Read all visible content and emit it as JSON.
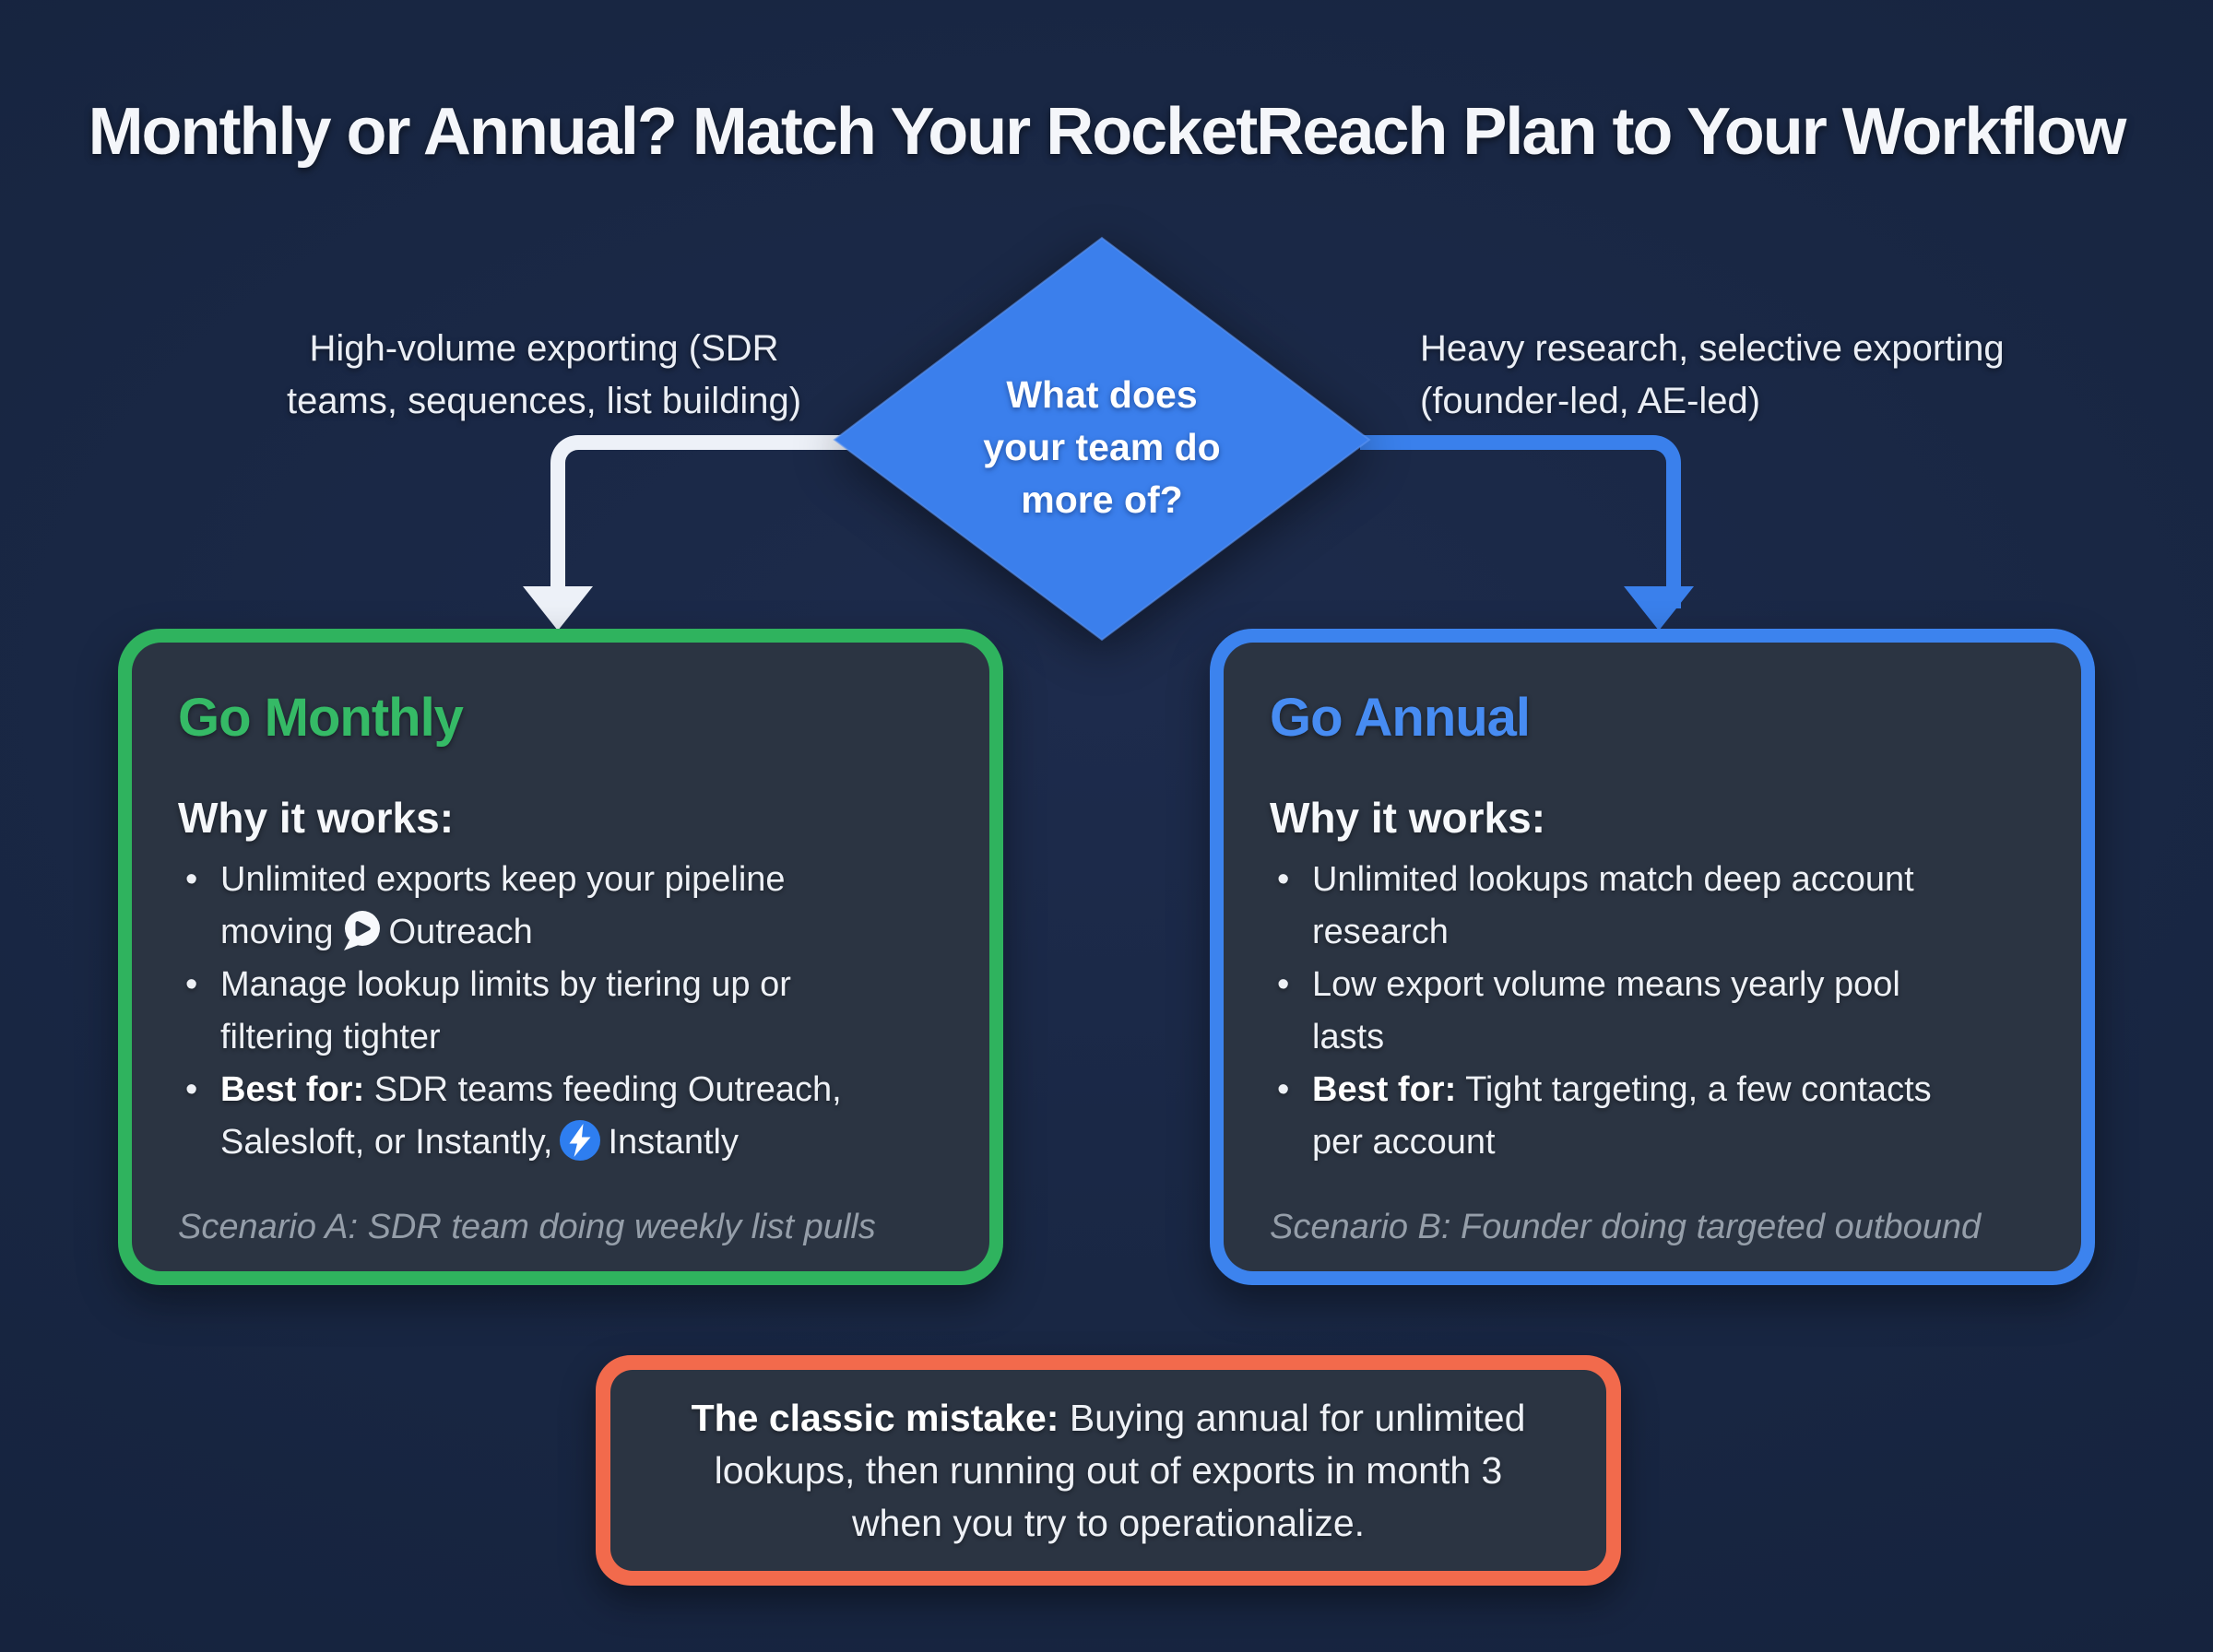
{
  "title": "Monthly or Annual? Match Your RocketReach Plan to Your Workflow",
  "decision": {
    "lines": [
      "What does",
      "your team do",
      "more of?"
    ],
    "fill_color": "#3b7fec"
  },
  "branch_left": {
    "lines": [
      "High-volume exporting (SDR",
      "teams, sequences, list building)"
    ],
    "connector_color": "#edf1f8"
  },
  "branch_right": {
    "lines": [
      "Heavy research, selective exporting",
      "(founder-led, AE-led)"
    ],
    "connector_color": "#3a80ec"
  },
  "card_monthly": {
    "title": "Go Monthly",
    "heading": "Why it works:",
    "accent_color": "#2fb35e",
    "bullets": [
      {
        "l1": {
          "text": "Unlimited exports keep your pipeline"
        },
        "l2": {
          "text": "moving",
          "icon": "outreach-icon",
          "text2": "Outreach"
        }
      },
      {
        "l1": {
          "text": "Manage lookup limits by tiering up or"
        },
        "l2": {
          "text": "filtering tighter"
        }
      },
      {
        "l1": {
          "bold": "Best for:",
          "text": " SDR teams feeding Outreach,"
        },
        "l2": {
          "text": "Salesloft, or Instantly,",
          "icon": "instantly-icon",
          "text2": "Instantly"
        }
      }
    ],
    "scenario": "Scenario A: SDR team doing weekly list pulls"
  },
  "card_annual": {
    "title": "Go Annual",
    "heading": "Why it works:",
    "accent_color": "#3c83ee",
    "bullets": [
      {
        "l1": {
          "text": "Unlimited lookups match deep account"
        },
        "l2": {
          "text": "research"
        }
      },
      {
        "l1": {
          "text": "Low export volume means yearly pool"
        },
        "l2": {
          "text": "lasts"
        }
      },
      {
        "l1": {
          "bold": "Best for:",
          "text": " Tight targeting, a few contacts"
        },
        "l2": {
          "text": "per account"
        }
      }
    ],
    "scenario": "Scenario B: Founder doing targeted outbound"
  },
  "warning": {
    "accent_color": "#f26a4c",
    "lines": [
      {
        "bold": "The classic mistake:",
        "text": " Buying annual for unlimited"
      },
      {
        "text": "lookups, then running out of exports in month 3"
      },
      {
        "text": "when you try to operationalize."
      }
    ]
  },
  "colors": {
    "background": "#182642",
    "card_interior": "#2b3442",
    "body_text": "#eef1f6",
    "scenario_text": "#959ea9"
  }
}
